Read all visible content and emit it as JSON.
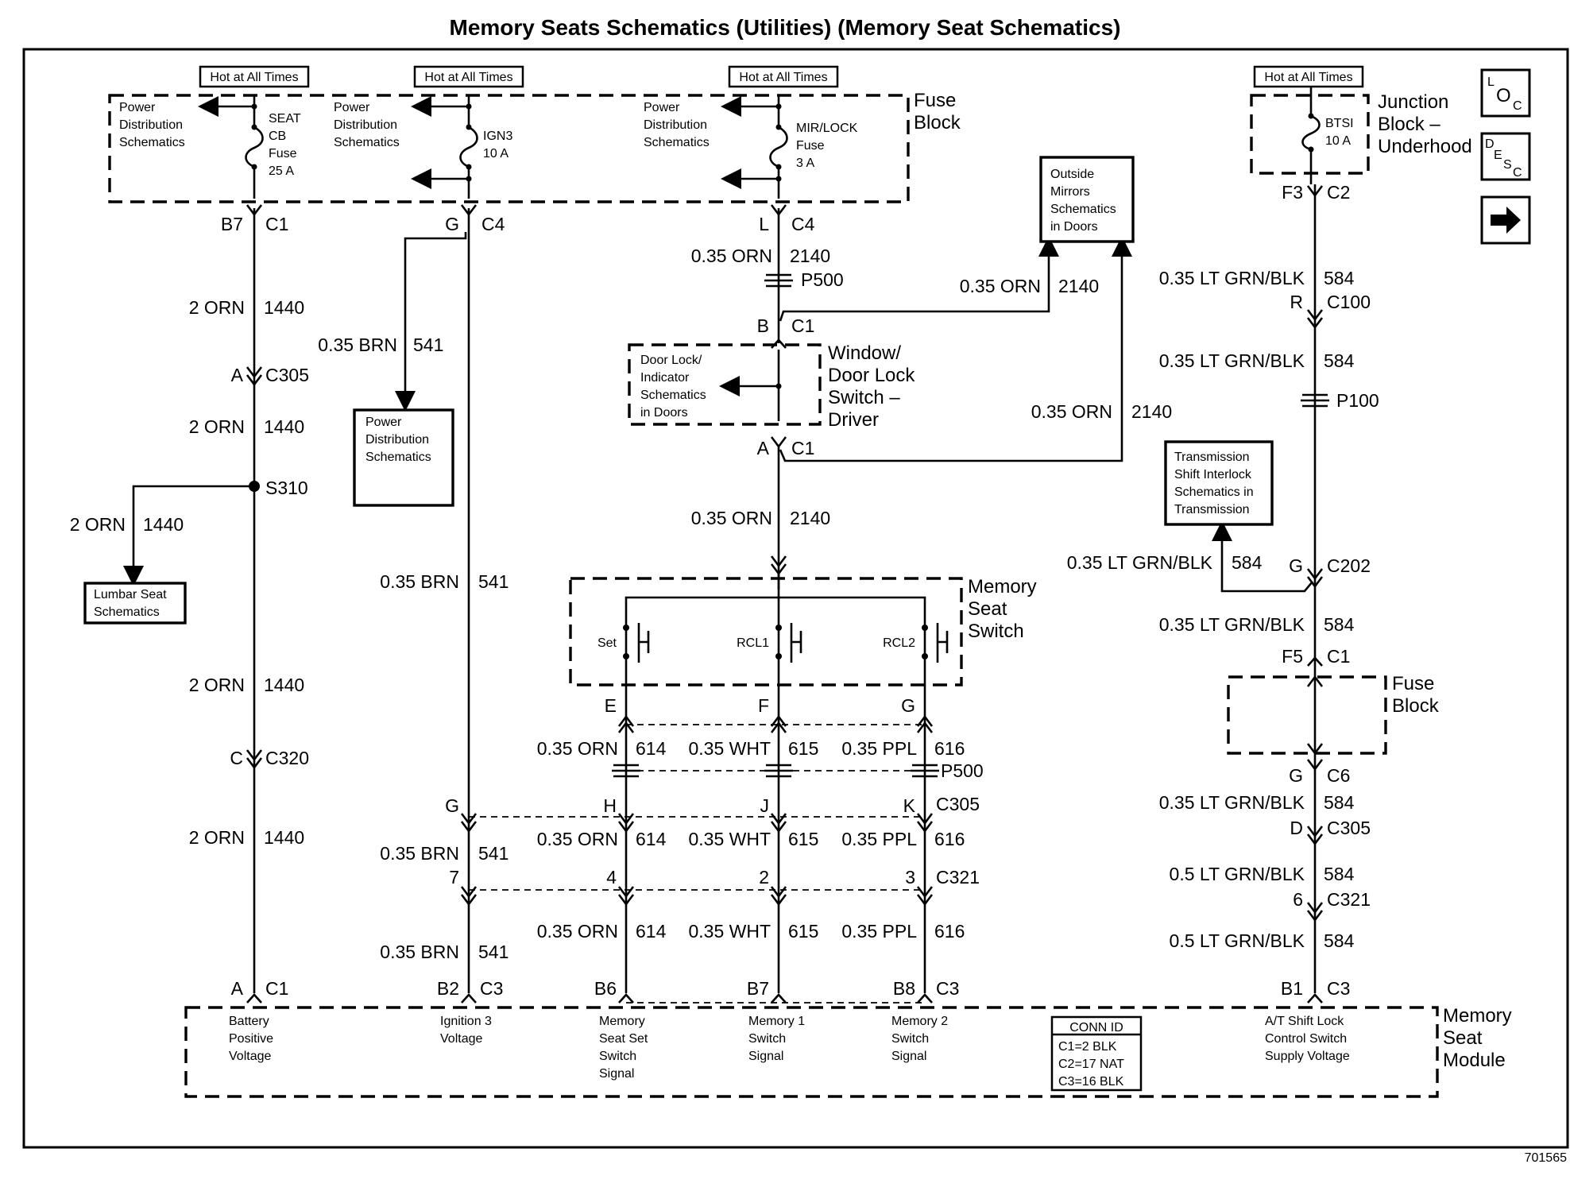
{
  "title": "Memory Seats Schematics (Utilities) (Memory Seat Schematics)",
  "figure_id": "701565",
  "hot_label": "Hot at All Times",
  "fuse_block": {
    "name": [
      "Fuse",
      "Block"
    ],
    "pd_label": [
      "Power",
      "Distribution",
      "Schematics"
    ],
    "fuses": [
      {
        "name": [
          "SEAT",
          "CB",
          "Fuse",
          "25 A"
        ]
      },
      {
        "name": [
          "IGN3",
          "10 A"
        ]
      },
      {
        "name": [
          "MIR/LOCK",
          "Fuse",
          "3 A"
        ]
      }
    ]
  },
  "junction_block": {
    "name": [
      "Junction",
      "Block –",
      "Underhood"
    ],
    "fuse": [
      "BTSI",
      "10 A"
    ]
  },
  "nav_buttons": {
    "loc": "LOC",
    "desc": "DESC",
    "next": "next"
  },
  "circuit_1440": {
    "conn_top": {
      "pin": "B7",
      "conn": "C1"
    },
    "wire": {
      "gauge_color": "2 ORN",
      "circuit": "1440"
    },
    "c305": {
      "pin": "A",
      "conn": "C305"
    },
    "splice": "S310",
    "c320": {
      "pin": "C",
      "conn": "C320"
    },
    "conn_bottom": {
      "pin": "A",
      "conn": "C1"
    },
    "lumbar": [
      "Lumbar Seat",
      "Schematics"
    ]
  },
  "circuit_541": {
    "conn_top": {
      "pin": "G",
      "conn": "C4"
    },
    "wire": {
      "gauge_color": "0.35 BRN",
      "circuit": "541"
    },
    "pd_box": [
      "Power",
      "Distribution",
      "Schematics"
    ],
    "c305_pin": "G",
    "c321_pin": "7",
    "conn_bottom": {
      "pin": "B2",
      "conn": "C3"
    }
  },
  "circuit_2140": {
    "conn_top": {
      "pin": "L",
      "conn": "C4"
    },
    "wire": {
      "gauge_color": "0.35 ORN",
      "circuit": "2140"
    },
    "p500": "P500",
    "switch_b": {
      "pin": "B",
      "conn": "C1"
    },
    "switch_a": {
      "pin": "A",
      "conn": "C1"
    },
    "door_lock": [
      "Door Lock/",
      "Indicator",
      "Schematics",
      "in Doors"
    ],
    "window_switch": [
      "Window/",
      "Door Lock",
      "Switch –",
      "Driver"
    ],
    "mirrors": [
      "Outside",
      "Mirrors",
      "Schematics",
      "in Doors"
    ]
  },
  "memory_seat_switch": {
    "name": [
      "Memory",
      "Seat",
      "Switch"
    ],
    "buttons": [
      "Set",
      "RCL1",
      "RCL2"
    ],
    "pins": [
      "E",
      "F",
      "G"
    ]
  },
  "signal_circuits": [
    {
      "gauge_color": "0.35 ORN",
      "circuit": "614",
      "c305": "H",
      "c321": "4",
      "module_pin": "B6"
    },
    {
      "gauge_color": "0.35 WHT",
      "circuit": "615",
      "c305": "J",
      "c321": "2",
      "module_pin": "B7"
    },
    {
      "gauge_color": "0.35 PPL",
      "circuit": "616",
      "c305": "K",
      "c321": "3",
      "module_pin": "B8"
    }
  ],
  "connectors": {
    "p500": "P500",
    "c305": "C305",
    "c321": "C321",
    "c3": "C3"
  },
  "circuit_584": {
    "conn_top": {
      "pin": "F3",
      "conn": "C2"
    },
    "wire_035": "0.35 LT GRN/BLK",
    "wire_05": "0.5 LT GRN/BLK",
    "circuit": "584",
    "c100": {
      "pin": "R",
      "conn": "C100"
    },
    "p100": "P100",
    "c202": {
      "pin": "G",
      "conn": "C202"
    },
    "trans_box": [
      "Transmission",
      "Shift Interlock",
      "Schematics in",
      "Transmission"
    ],
    "f5": {
      "pin": "F5",
      "conn": "C1"
    },
    "fuse_block": [
      "Fuse",
      "Block"
    ],
    "c6": {
      "pin": "G",
      "conn": "C6"
    },
    "c305": {
      "pin": "D",
      "conn": "C305"
    },
    "c321": {
      "pin": "6",
      "conn": "C321"
    },
    "module": {
      "pin": "B1",
      "conn": "C3"
    }
  },
  "module": {
    "name": [
      "Memory",
      "Seat",
      "Module"
    ],
    "inputs": [
      [
        "Battery",
        "Positive",
        "Voltage"
      ],
      [
        "Ignition 3",
        "Voltage"
      ],
      [
        "Memory",
        "Seat Set",
        "Switch",
        "Signal"
      ],
      [
        "Memory 1",
        "Switch",
        "Signal"
      ],
      [
        "Memory 2",
        "Switch",
        "Signal"
      ],
      [
        "A/T Shift Lock",
        "Control Switch",
        "Supply Voltage"
      ]
    ],
    "conn_id": {
      "header": "CONN ID",
      "rows": [
        "C1=2 BLK",
        "C2=17 NAT",
        "C3=16 BLK"
      ]
    }
  }
}
